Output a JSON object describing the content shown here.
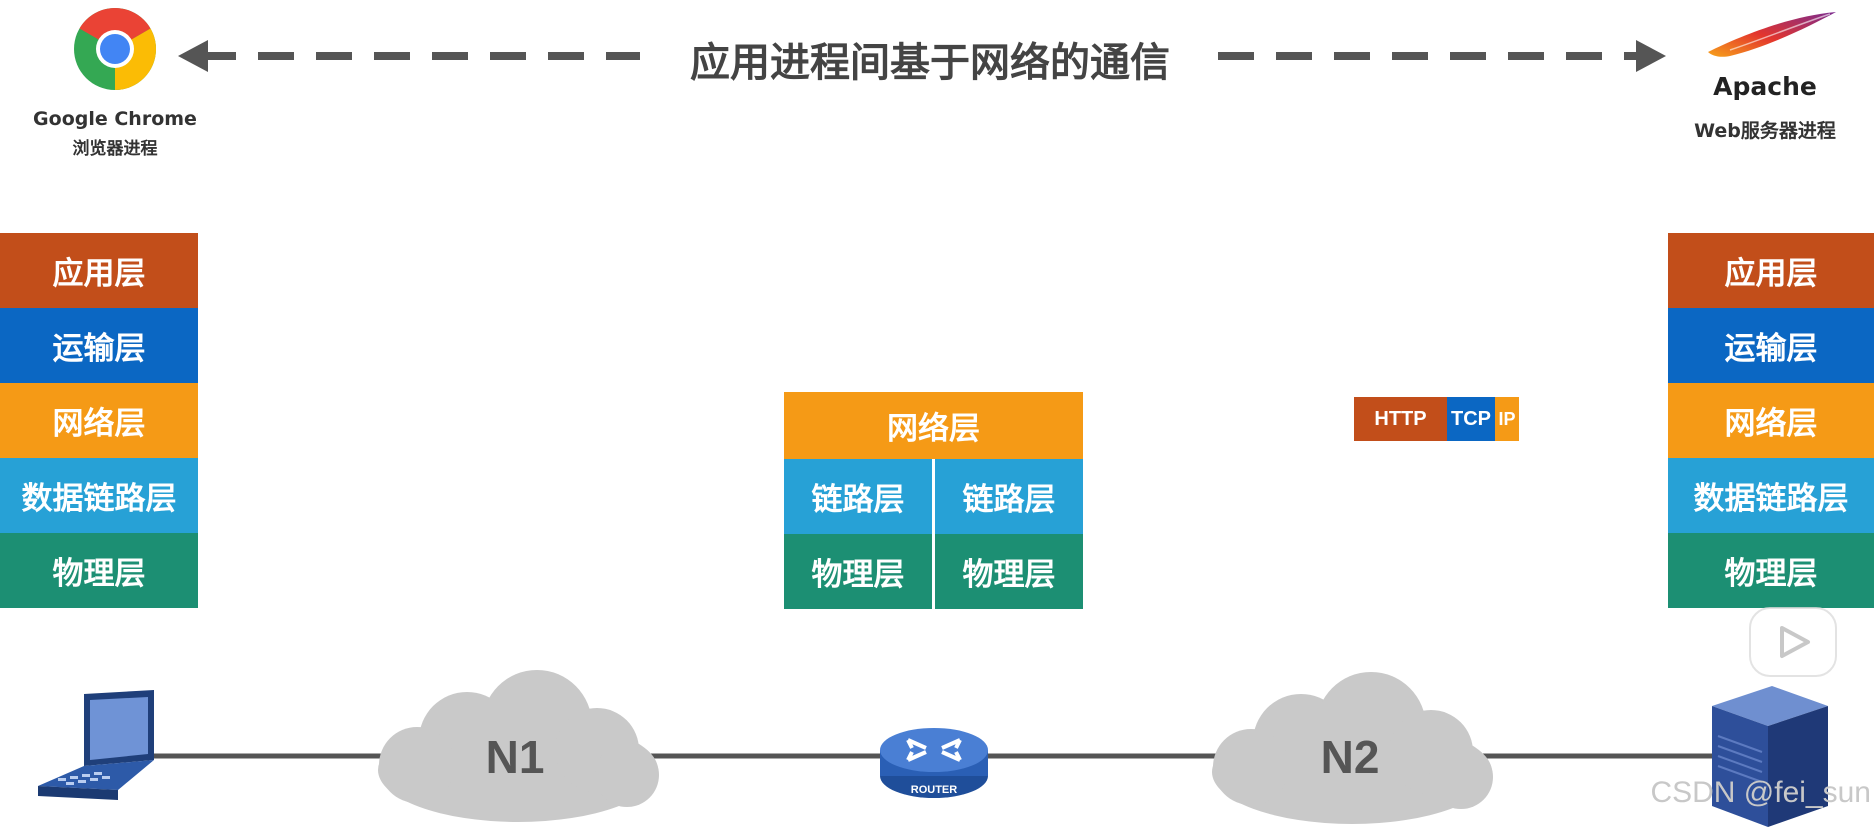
{
  "header": {
    "title": "应用进程间基于网络的通信",
    "left_app": {
      "name": "Google Chrome",
      "subtitle": "浏览器进程",
      "icon": "chrome-logo"
    },
    "right_app": {
      "name": "Apache",
      "subtitle": "Web服务器进程",
      "icon": "apache-feather-logo"
    }
  },
  "left_stack": [
    {
      "label": "应用层",
      "color": "#c24e1a"
    },
    {
      "label": "运输层",
      "color": "#0b67c3"
    },
    {
      "label": "网络层",
      "color": "#f59a16"
    },
    {
      "label": "数据链路层",
      "color": "#27a1d6"
    },
    {
      "label": "物理层",
      "color": "#1c8f73"
    }
  ],
  "right_stack": [
    {
      "label": "应用层",
      "color": "#c24e1a"
    },
    {
      "label": "运输层",
      "color": "#0b67c3"
    },
    {
      "label": "网络层",
      "color": "#f59a16"
    },
    {
      "label": "数据链路层",
      "color": "#27a1d6"
    },
    {
      "label": "物理层",
      "color": "#1c8f73"
    }
  ],
  "router_stack": {
    "network": "网络层",
    "link_left": "链路层",
    "link_right": "链路层",
    "phys_left": "物理层",
    "phys_right": "物理层"
  },
  "packet": {
    "http": "HTTP",
    "tcp": "TCP",
    "ip": "IP"
  },
  "network": {
    "cloud1": "N1",
    "cloud2": "N2",
    "router_label": "ROUTER",
    "left_device": "laptop-icon",
    "right_device": "server-icon"
  },
  "watermark": "CSDN @fei_sun",
  "overlay": {
    "icon": "play-button-icon"
  }
}
